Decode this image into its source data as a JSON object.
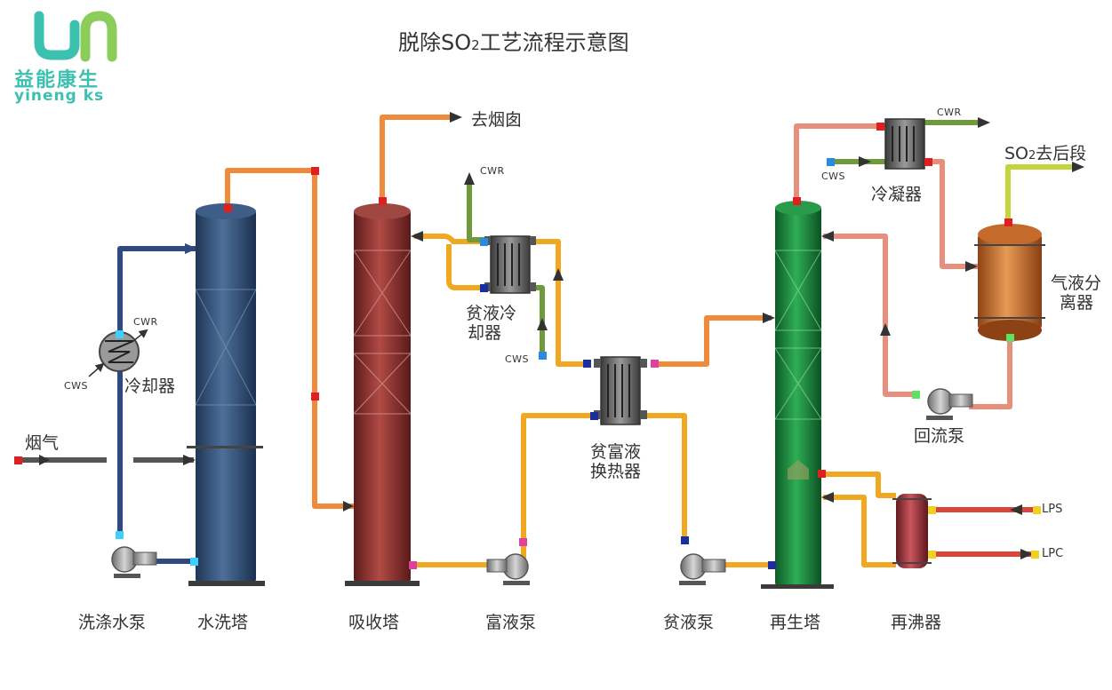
{
  "logo": {
    "cn": "益能康生",
    "en": "yineng ks",
    "colors": {
      "teal": "#3cc0b0",
      "green": "#8ccd5a"
    }
  },
  "title_prefix": "脱除SO",
  "title_subscript": "2",
  "title_suffix": "工艺流程示意图",
  "equipment": {
    "wash_pump": "洗涤水泵",
    "wash_tower": "水洗塔",
    "absorber": "吸收塔",
    "rich_pump": "富液泵",
    "lean_pump": "贫液泵",
    "regenerator": "再生塔",
    "reboiler": "再沸器",
    "cooler": "冷却器",
    "lean_cooler_line1": "贫液冷",
    "lean_cooler_line2": "却器",
    "heat_exchanger_line1": "贫富液",
    "heat_exchanger_line2": "换热器",
    "condenser": "冷凝器",
    "separator_line1": "气液分",
    "separator_line2": "离器",
    "reflux_pump": "回流泵"
  },
  "streams": {
    "flue_gas": "烟气",
    "to_stack": "去烟囱",
    "so2_out_prefix": "SO",
    "so2_out_sub": "2",
    "so2_out_suffix": "去后段",
    "cwr": "CWR",
    "cws": "CWS",
    "lps": "LPS",
    "lpc": "LPC"
  },
  "colors": {
    "wash_tower": "#2f4d72",
    "absorber": "#8c3030",
    "regenerator": "#1d8a3e",
    "separator": "#c8692a",
    "reboiler": "#9b2f35",
    "blue_pipe": "#2e4a80",
    "orange_pipe": "#ef8a3a",
    "yellow_pipe": "#f0a820",
    "green_pipe": "#6f9a3c",
    "salmon_pipe": "#e88e7c",
    "red_pipe": "#d9453a",
    "lime_pipe": "#c5d43a"
  }
}
